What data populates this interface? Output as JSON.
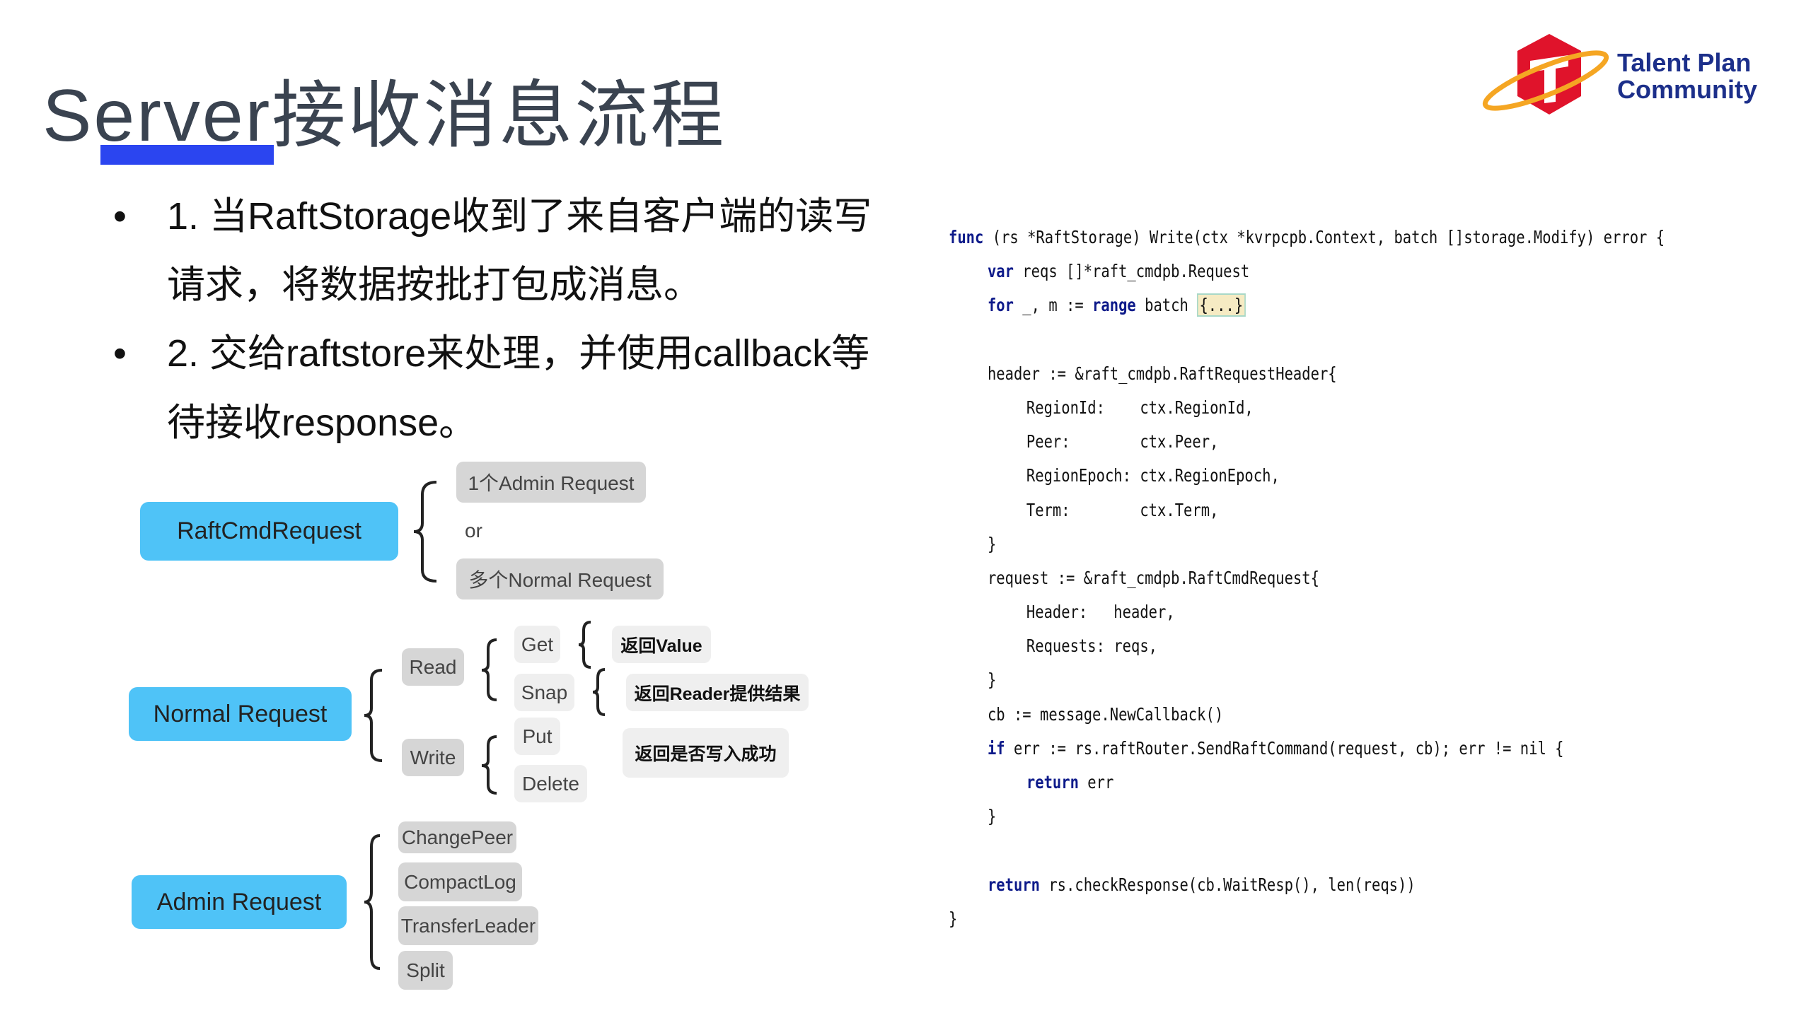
{
  "slide": {
    "title": "Server接收消息流程",
    "logo_text": [
      "Talent Plan",
      "Community"
    ]
  },
  "bullets": [
    {
      "marker": "•",
      "lines": [
        "1. 当RaftStorage收到了来自客户端的读写",
        "请求，将数据按批打包成消息。"
      ]
    },
    {
      "marker": "•",
      "lines": [
        "2. 交给raftstore来处理，并使用callback等",
        "待接收response。"
      ]
    }
  ],
  "diagram": {
    "raftcmd": {
      "label": "RaftCmdRequest",
      "options": [
        "1个Admin Request",
        "or",
        "多个Normal Request"
      ]
    },
    "normal": {
      "label": "Normal Request",
      "read": "Read",
      "write": "Write",
      "get": "Get",
      "snap": "Snap",
      "put": "Put",
      "delete": "Delete",
      "get_result": "返回Value",
      "snap_result": "返回Reader提供结果",
      "write_result": "返回是否写入成功"
    },
    "admin": {
      "label": "Admin Request",
      "items": [
        "ChangePeer",
        "CompactLog",
        "TransferLeader",
        "Split"
      ]
    }
  },
  "code": {
    "l1": {
      "kw": "func",
      "rest": " (rs *RaftStorage) Write(ctx *kvrpcpb.Context, batch []storage.Modify) error {"
    },
    "l2": {
      "kw": "var",
      "rest": " reqs []*raft_cmdpb.Request"
    },
    "l3": {
      "kw": "for",
      "mid": " _, m := ",
      "kw2": "range",
      "rest": " batch ",
      "fold": "{...}"
    },
    "l5": "header := &raft_cmdpb.RaftRequestHeader{",
    "l6": "RegionId:    ctx.RegionId,",
    "l7": "Peer:        ctx.Peer,",
    "l8": "RegionEpoch: ctx.RegionEpoch,",
    "l9": "Term:        ctx.Term,",
    "l10": "}",
    "l11": "request := &raft_cmdpb.RaftCmdRequest{",
    "l12": "Header:   header,",
    "l13": "Requests: reqs,",
    "l14": "}",
    "l15": "cb := message.NewCallback()",
    "l16": {
      "kw": "if",
      "rest": " err := rs.raftRouter.SendRaftCommand(request, cb); err != nil {"
    },
    "l17": {
      "kw": "return",
      "rest": " err"
    },
    "l18": "}",
    "l20": {
      "kw": "return",
      "rest": " rs.checkResponse(cb.WaitResp(), len(reqs))"
    },
    "l21": "}"
  },
  "colors": {
    "accent": "#2b45f0",
    "node": "#4fc3f7",
    "keyword": "#0d1a8a"
  }
}
